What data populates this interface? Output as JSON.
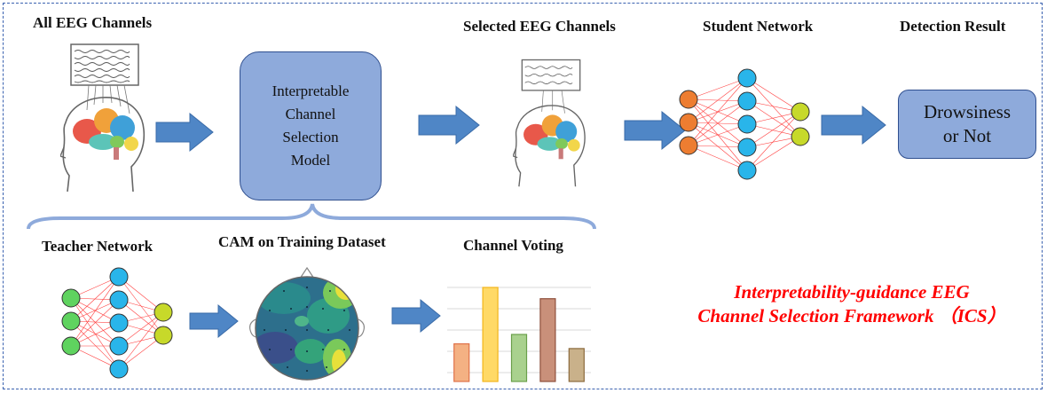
{
  "labels": {
    "all_channels": "All EEG Channels",
    "selected_channels": "Selected EEG Channels",
    "student_network": "Student Network",
    "detection_result": "Detection Result",
    "teacher_network": "Teacher Network",
    "cam": "CAM on Training Dataset",
    "channel_voting": "Channel Voting"
  },
  "selection_model": {
    "line1": "Interpretable",
    "line2": "Channel",
    "line3": "Selection",
    "line4": "Model"
  },
  "result": {
    "line1": "Drowsiness",
    "line2": "or Not"
  },
  "framework": {
    "line1": "Interpretability-guidance EEG",
    "line2": "Channel Selection Framework （ICS）"
  },
  "voting_chart": {
    "type": "bar",
    "values": [
      40,
      100,
      50,
      88,
      35
    ],
    "colors": [
      "#f4b183",
      "#ffd966",
      "#a9d18e",
      "#c9907a",
      "#c9b18a"
    ],
    "strokes": [
      "#e0734a",
      "#f2b51a",
      "#6a9f4a",
      "#8f4f3c",
      "#8c6a3c"
    ]
  },
  "colors": {
    "box_fill": "#8eaadb",
    "arrow_fill": "#4f86c6",
    "node_orange": "#ed7d31",
    "node_blue": "#29b5ea",
    "node_green": "#5fd35f",
    "node_yellow": "#c7d92a",
    "edge_red": "#ff4040",
    "framework_text": "#ff0000"
  },
  "icons": [
    "head-brain-icon",
    "eeg-signal-icon",
    "arrow-right-icon",
    "topographic-map-icon"
  ]
}
